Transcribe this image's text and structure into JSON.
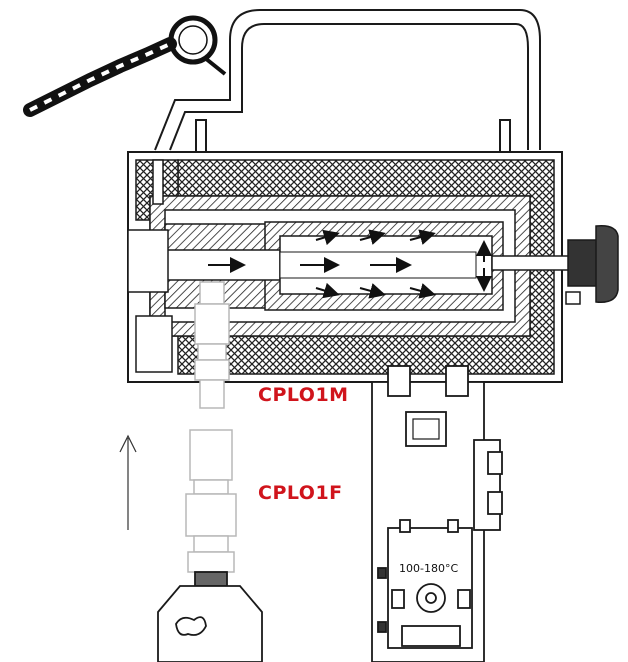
{
  "labels": {
    "male_coupling": "CPLO1M",
    "female_coupling": "CPLO1F",
    "temperature_range": "100-180°C"
  },
  "colors": {
    "label_red": "#d0141c",
    "line": "#1a1a1a",
    "hatch": "#222222",
    "faded": "#b8b8b8"
  }
}
